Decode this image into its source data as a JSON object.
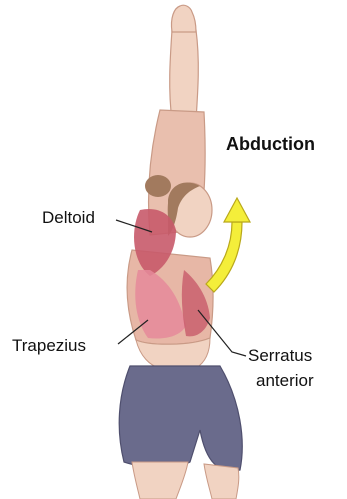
{
  "title": "Abduction",
  "labels": {
    "deltoid": "Deltoid",
    "trapezius": "Trapezius",
    "serratus_line1": "Serratus",
    "serratus_line2": "anterior"
  },
  "colors": {
    "skin": "#f1d3c2",
    "skin_shadow": "#d9ad98",
    "muscle": "#c85a6a",
    "muscle_light": "#e58a9a",
    "shorts": "#6a6b8c",
    "shorts_dark": "#4f4f6e",
    "hair": "#a27a5e",
    "arrow_fill": "#f4ee3a",
    "arrow_stroke": "#b9a81a",
    "leader": "#222222"
  }
}
